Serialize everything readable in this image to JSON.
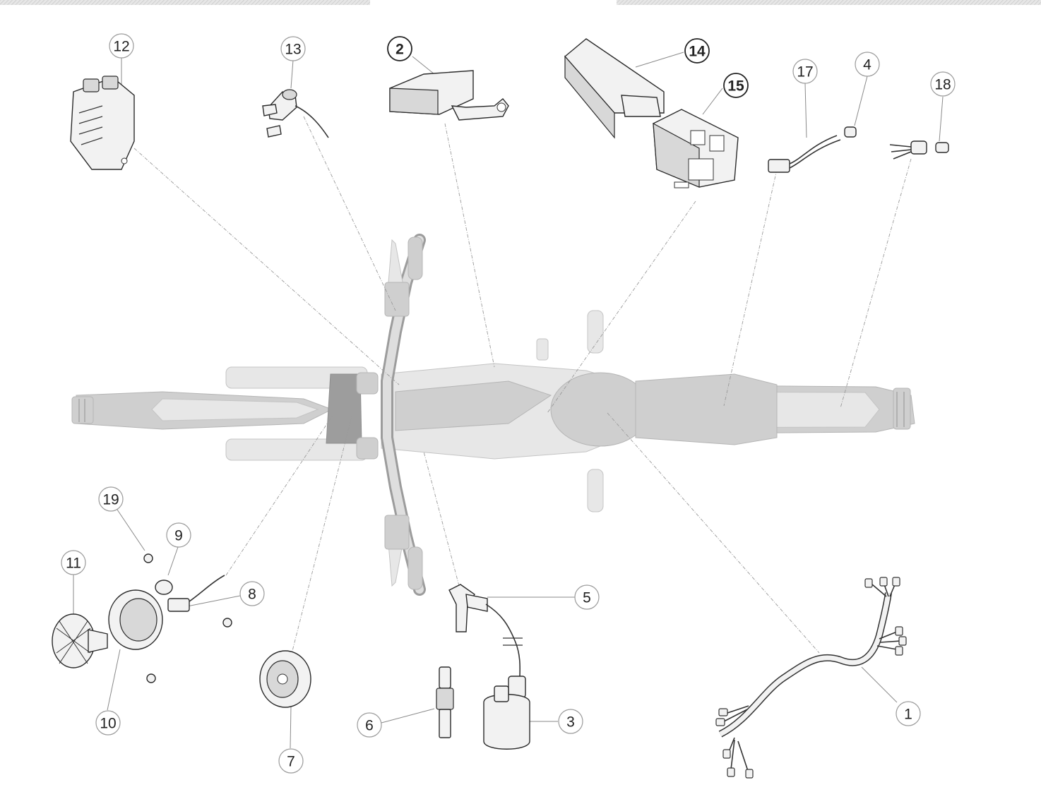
{
  "callouts": [
    {
      "id": "1",
      "label": "1",
      "bold": false
    },
    {
      "id": "2",
      "label": "2",
      "bold": true
    },
    {
      "id": "3",
      "label": "3",
      "bold": false
    },
    {
      "id": "4",
      "label": "4",
      "bold": false
    },
    {
      "id": "5",
      "label": "5",
      "bold": false
    },
    {
      "id": "6",
      "label": "6",
      "bold": false
    },
    {
      "id": "7",
      "label": "7",
      "bold": false
    },
    {
      "id": "8",
      "label": "8",
      "bold": false
    },
    {
      "id": "9",
      "label": "9",
      "bold": false
    },
    {
      "id": "10",
      "label": "10",
      "bold": false
    },
    {
      "id": "11",
      "label": "11",
      "bold": false
    },
    {
      "id": "12",
      "label": "12",
      "bold": false
    },
    {
      "id": "13",
      "label": "13",
      "bold": false
    },
    {
      "id": "14",
      "label": "14",
      "bold": true
    },
    {
      "id": "15",
      "label": "15",
      "bold": true
    },
    {
      "id": "17",
      "label": "17",
      "bold": false
    },
    {
      "id": "18",
      "label": "18",
      "bold": false
    },
    {
      "id": "19",
      "label": "19",
      "bold": false
    }
  ]
}
